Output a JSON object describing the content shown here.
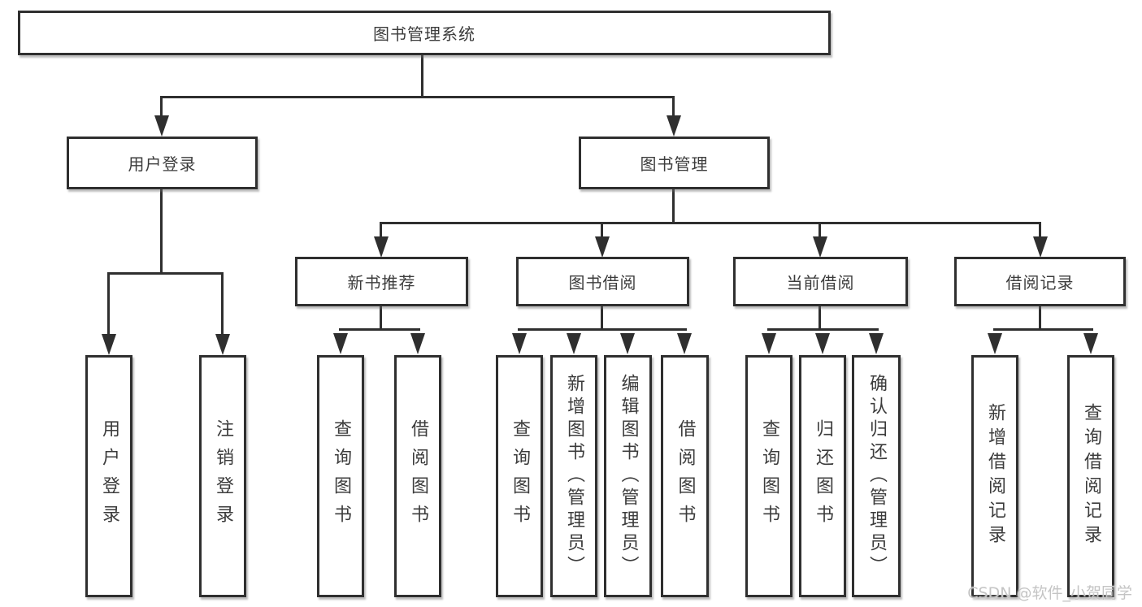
{
  "tree": {
    "root": {
      "label": "图书管理系统"
    },
    "branches": [
      {
        "label": "用户登录",
        "children": [
          {
            "label": "用户登录"
          },
          {
            "label": "注销登录"
          }
        ]
      },
      {
        "label": "图书管理",
        "children": [
          {
            "label": "新书推荐",
            "children": [
              {
                "label": "查询图书"
              },
              {
                "label": "借阅图书"
              }
            ]
          },
          {
            "label": "图书借阅",
            "children": [
              {
                "label": "查询图书"
              },
              {
                "label": "新增图书（管理员）"
              },
              {
                "label": "编辑图书（管理员）"
              },
              {
                "label": "借阅图书"
              }
            ]
          },
          {
            "label": "当前借阅",
            "children": [
              {
                "label": "查询图书"
              },
              {
                "label": "归还图书"
              },
              {
                "label": "确认归还（管理员）"
              }
            ]
          },
          {
            "label": "借阅记录",
            "children": [
              {
                "label": "新增借阅记录"
              },
              {
                "label": "查询借阅记录"
              }
            ]
          }
        ]
      }
    ]
  },
  "watermark": {
    "text": "CSDN @软件_小贺同学"
  },
  "colors": {
    "line": "#2f2f2f",
    "text": "#3c3c3c",
    "background": "#ffffff",
    "watermark": "#c4c4c4"
  }
}
